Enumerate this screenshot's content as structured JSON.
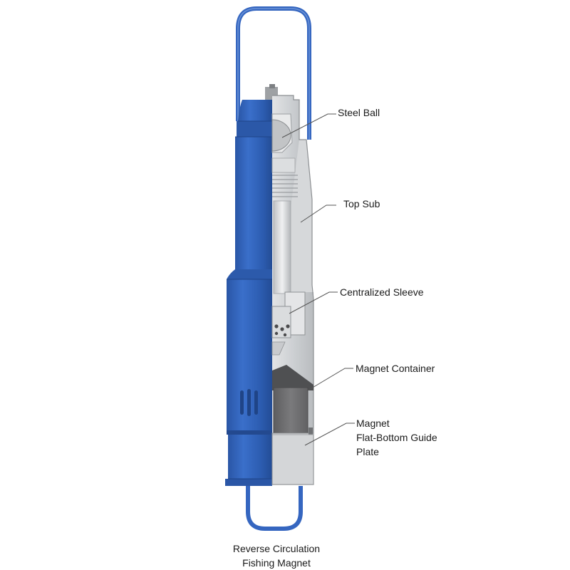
{
  "labels": {
    "steel_ball": "Steel Ball",
    "top_sub": "Top Sub",
    "centralized_sleeve": "Centralized Sleeve",
    "magnet_container": "Magnet Container",
    "magnet_line1": "Magnet",
    "magnet_line2": "Flat-Bottom Guide",
    "magnet_line3": "Plate"
  },
  "caption": {
    "line1": "Reverse Circulation",
    "line2": "Fishing Magnet"
  },
  "colors": {
    "body_blue": "#2f5fb3",
    "handle_blue": "#3566c0",
    "steel_grey": "#cfd0d2",
    "magnet_dark": "#6e6e70",
    "leader": "#555555"
  }
}
